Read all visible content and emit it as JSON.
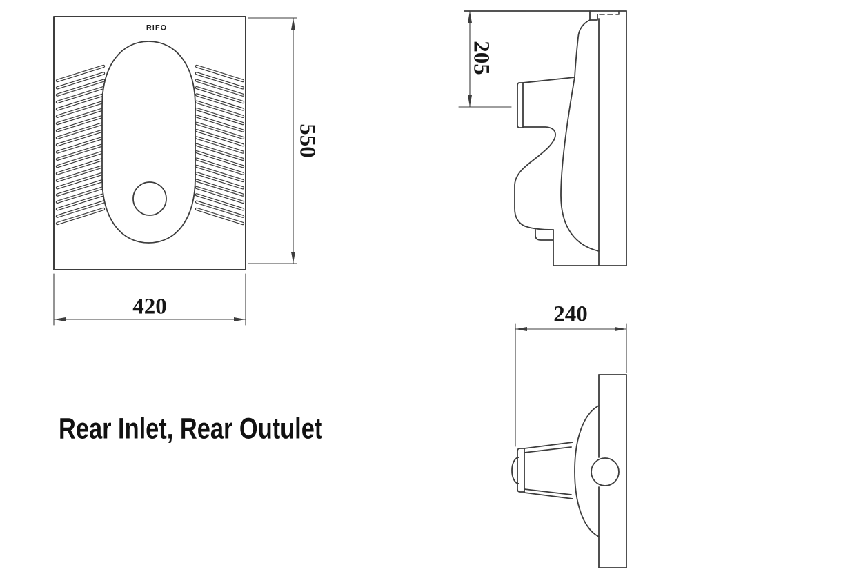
{
  "caption": "Rear Inlet, Rear Outulet",
  "top_view": {
    "logo": "RIFO",
    "width_dim": "420",
    "height_dim": "550"
  },
  "side_view": {
    "inlet_height_dim": "205"
  },
  "rear_view": {
    "depth_dim": "240"
  },
  "colors": {
    "line": "#3d3d3d",
    "label": "#161616",
    "background": "#ffffff"
  }
}
